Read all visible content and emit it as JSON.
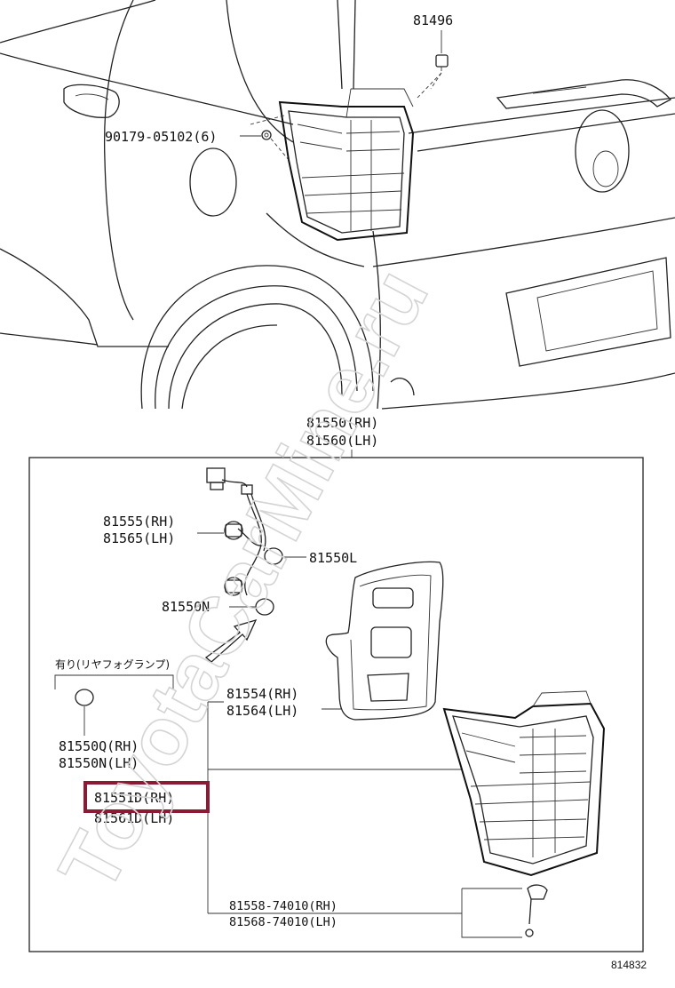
{
  "watermark": "ToyotaCarMine.ru",
  "figure_number": "814832",
  "highlight_color": "#8b1a35",
  "labels": {
    "p81496": "81496",
    "p90179": "90179-05102(6)",
    "p81550rh": "81550(RH)",
    "p81560lh": "81560(LH)",
    "p81555rh": "81555(RH)",
    "p81565lh": "81565(LH)",
    "p81550l": "81550L",
    "p81550n": "81550N",
    "jp_note": "有り(リヤフォグランプ)",
    "p81550q_rh": "81550Q(RH)",
    "p81550n_lh": "81550N(LH)",
    "p81554rh": "81554(RH)",
    "p81564lh": "81564(LH)",
    "p81551d_rh": "81551D(RH)",
    "p81561d_lh": "81561D(LH)",
    "p81558": "81558-74010(RH)",
    "p81568": "81568-74010(LH)"
  }
}
